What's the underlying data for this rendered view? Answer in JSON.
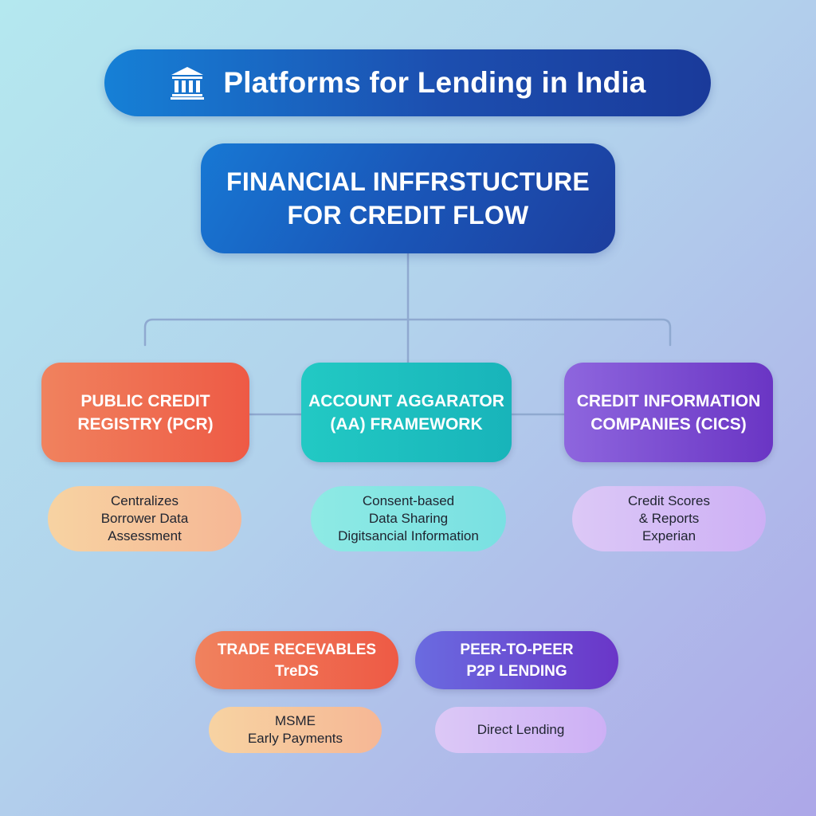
{
  "header": {
    "icon": "bank-building-icon",
    "title": "Platforms for Lending in India"
  },
  "root": {
    "line1": "FINANCIAL INFFRSTUCTURE",
    "line2": "FOR CREDIT FLOW"
  },
  "categories": [
    {
      "line1": "PUBLIC CREDIT",
      "line2": "REGISTRY (PCR)",
      "color_start": "#f0825e",
      "color_end": "#ee5a45",
      "detail": {
        "lines": [
          "Centralizes",
          "Borrower Data",
          "Assessment"
        ]
      }
    },
    {
      "line1": "ACCOUNT AGGARATOR",
      "line2": "(AA) FRAMEWORK",
      "color_start": "#22c9c4",
      "color_end": "#18b4ba",
      "detail": {
        "lines": [
          "Consent-based",
          "Data Sharing",
          "Digitsancial Information"
        ]
      }
    },
    {
      "line1": "CREDIT INFORMATION",
      "line2": "COMPANIES (CICS)",
      "color_start": "#8e66de",
      "color_end": "#6a35c4",
      "detail": {
        "lines": [
          "Credit Scores",
          "& Reports",
          "Experian"
        ]
      }
    }
  ],
  "secondary": [
    {
      "line1": "TRADE RECEVABLES",
      "line2": "TreDS",
      "detail": {
        "lines": [
          "MSME",
          "Early Payments"
        ]
      }
    },
    {
      "line1": "PEER-TO-PEER",
      "line2": "P2P LENDING",
      "detail": {
        "lines": [
          "Direct Lending"
        ]
      }
    }
  ],
  "colors": {
    "connector": "#8fa9d0",
    "title_bg": "#1c4fb0",
    "text_dark": "#1f2430"
  }
}
